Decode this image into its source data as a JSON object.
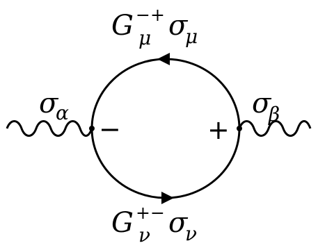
{
  "diagram": {
    "top_propagator": {
      "G": "G",
      "sub": "μ",
      "sup": "−+",
      "sigma": "σ",
      "sigma_sub": "μ"
    },
    "bottom_propagator": {
      "G": "G",
      "sub": "ν",
      "sup": "+−",
      "sigma": "σ",
      "sigma_sub": "ν"
    },
    "left_external": {
      "sigma": "σ",
      "sub": "α"
    },
    "right_external": {
      "sigma": "σ",
      "sub": "β"
    },
    "left_vertex_sign": "−",
    "right_vertex_sign": "+",
    "colors": {
      "line": "#000000",
      "background": "#ffffff"
    }
  }
}
